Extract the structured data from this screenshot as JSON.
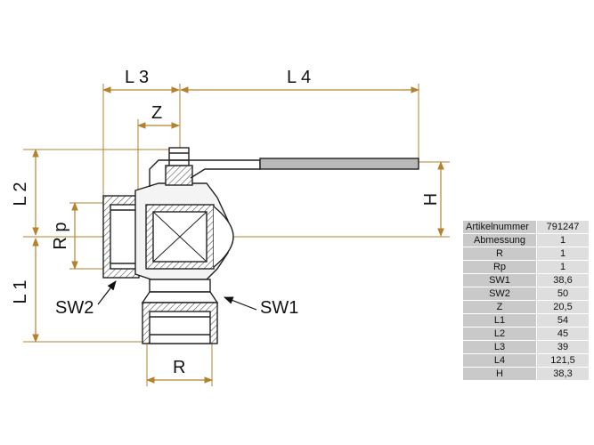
{
  "labels": {
    "l3": "L 3",
    "l4": "L 4",
    "z": "Z",
    "l2": "L 2",
    "rp": "R p",
    "l1": "L 1",
    "h": "H",
    "sw2": "SW2",
    "sw1": "SW1",
    "r": "R"
  },
  "table": {
    "header": {
      "key": "Artikelnummer",
      "value": "791247"
    },
    "rows": [
      {
        "key": "Abmessung",
        "value": "1"
      },
      {
        "key": "R",
        "value": "1"
      },
      {
        "key": "Rp",
        "value": "1"
      },
      {
        "key": "SW1",
        "value": "38,6"
      },
      {
        "key": "SW2",
        "value": "50"
      },
      {
        "key": "Z",
        "value": "20,5"
      },
      {
        "key": "L1",
        "value": "54"
      },
      {
        "key": "L2",
        "value": "45"
      },
      {
        "key": "L3",
        "value": "39"
      },
      {
        "key": "L4",
        "value": "121,5"
      },
      {
        "key": "H",
        "value": "38,3"
      }
    ]
  },
  "colors": {
    "dimension": "#b5812f",
    "outline": "#222222",
    "table_key_bg": "#c9c9c9",
    "table_value_bg": "#dedede"
  }
}
